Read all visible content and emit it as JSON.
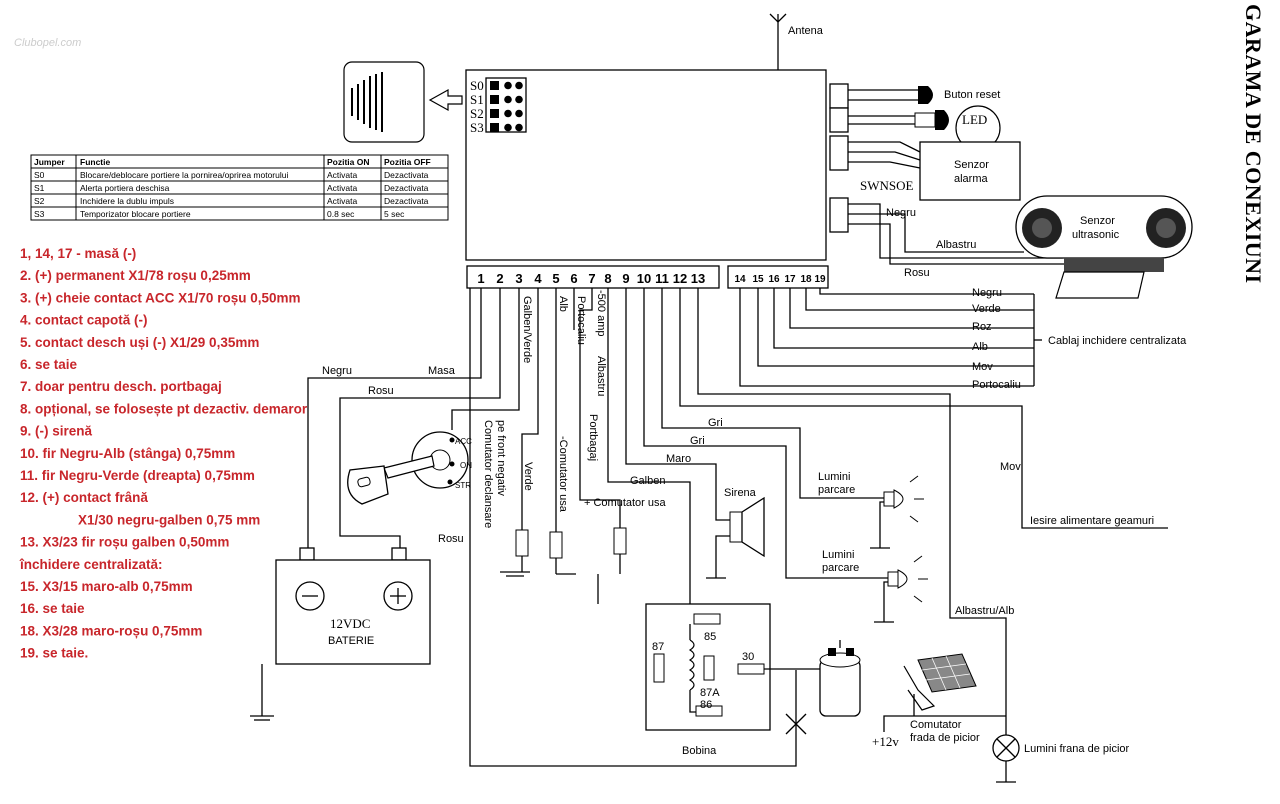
{
  "title": "GARAMA DE CONEXIUNI",
  "watermark": "Clubopel.com",
  "components": {
    "antenna": "Antena",
    "reset_button": "Buton reset",
    "led": "LED",
    "alarm_sensor": [
      "Senzor",
      "alarma"
    ],
    "swnsoe": "SWNSOE",
    "ultrasonic_sensor": [
      "Senzor",
      "ultrasonic"
    ],
    "battery": [
      "12VDC",
      "BATERIE"
    ],
    "siren": "Sirena",
    "parking_light_1": [
      "Lumini",
      "parcare"
    ],
    "parking_light_2": [
      "Lumini",
      "parcare"
    ],
    "coil": "Bobina",
    "brake_switch": [
      "Comutator",
      "frada de picior"
    ],
    "brake_lights": "Lumini frana de picior",
    "plus12v": "+12v",
    "window_power": "Iesire alimentare geamuri",
    "central_locking_cable": "Cablaj inchidere centralizata",
    "door_switch_plus": "+ Comutator usa",
    "door_switch_minus": "-Comutator usa",
    "hood_switch": [
      "Comutator declansare",
      "pe front negativ"
    ],
    "amp500": "-500 amp",
    "portbagaj": "Portbagaj",
    "ignition_acc": "ACC",
    "ignition_on": "ON",
    "ignition_str": "STR"
  },
  "jumpers": [
    "S0",
    "S1",
    "S2",
    "S3"
  ],
  "jumper_table": {
    "headers": [
      "Jumper",
      "Functie",
      "Pozitia ON",
      "Pozitia OFF"
    ],
    "rows": [
      [
        "S0",
        "Blocare/deblocare portiere la pornirea/oprirea motorului",
        "Activata",
        "Dezactivata"
      ],
      [
        "S1",
        "Alerta portiera deschisa",
        "Activata",
        "Dezactivata"
      ],
      [
        "S2",
        "Inchidere la dublu impuls",
        "Activata",
        "Dezactivata"
      ],
      [
        "S3",
        "Temporizator blocare portiere",
        "0.8 sec",
        "5 sec"
      ]
    ]
  },
  "pins_left": [
    "1",
    "2",
    "3",
    "4",
    "5",
    "6",
    "7",
    "8",
    "9",
    "10",
    "11",
    "12",
    "13"
  ],
  "pins_right": [
    "14",
    "15",
    "16",
    "17",
    "18",
    "19"
  ],
  "wire_labels": {
    "masa": "Masa",
    "negru": "Negru",
    "rosu": "Rosu",
    "rosu2": "Rosu",
    "galben_verde": "Galben/Verde",
    "alb": "Alb",
    "portocaliu": "Portocaliu",
    "albastru": "Albastru",
    "verde": "Verde",
    "galben": "Galben",
    "maro": "Maro",
    "gri1": "Gri",
    "gri2": "Gri",
    "mov": "Mov",
    "albastru_alb": "Albastru/Alb",
    "sensor_negru": "Negru",
    "sensor_albastru": "Albastru",
    "sensor_rosu": "Rosu"
  },
  "locking_wires": [
    "Negru",
    "Verde",
    "Roz",
    "Alb",
    "Mov",
    "Portocaliu"
  ],
  "relay_pins": [
    "85",
    "87",
    "87A",
    "86",
    "30"
  ],
  "notes": [
    "1, 14, 17 - masă (-)",
    "2. (+) permanent X1/78 roșu 0,25mm",
    "3. (+) cheie contact ACC X1/70 roșu 0,50mm",
    "4. contact capotă (-)",
    "5. contact desch uși (-) X1/29 0,35mm",
    "6. se taie",
    "7. doar pentru desch. portbagaj",
    "8. opțional, se folosește pt dezactiv. demaror",
    "9. (-) sirenă",
    "10. fir Negru-Alb (stânga) 0,75mm",
    "11. fir Negru-Verde (dreapta) 0,75mm",
    "12. (+) contact frână",
    "X1/30 negru-galben 0,75 mm",
    "13. X3/23 fir roșu galben 0,50mm",
    "închidere centralizată:",
    "15.  X3/15 maro-alb 0,75mm",
    "16. se taie",
    "18. X3/28 maro-roșu 0,75mm",
    "19. se taie."
  ]
}
